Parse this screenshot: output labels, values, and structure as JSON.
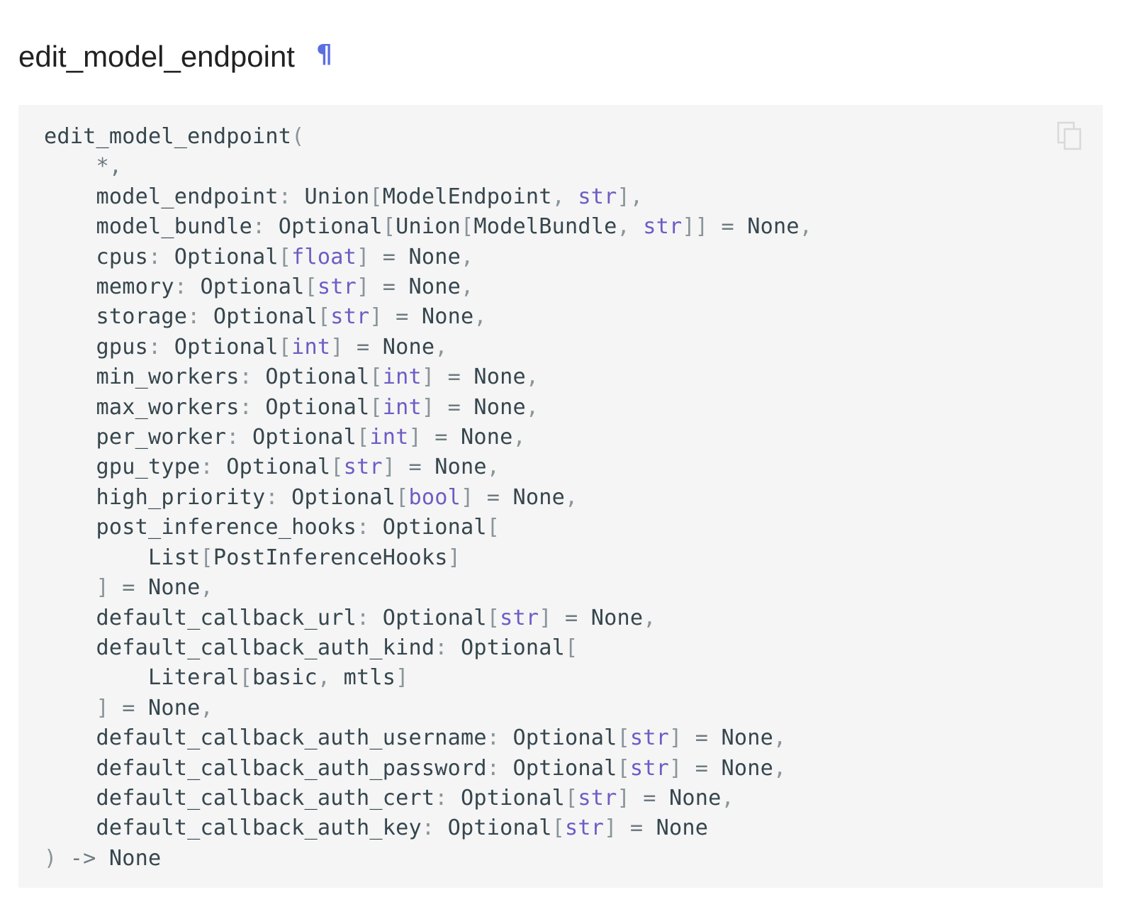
{
  "heading": {
    "title": "edit_model_endpoint",
    "permalink_symbol": "¶"
  },
  "copy_button": {
    "icon": "copy-icon"
  },
  "signature": {
    "function_name": "edit_model_endpoint",
    "open_paren": "(",
    "star": "*,",
    "params": [
      {
        "name": "model_endpoint",
        "annotation": [
          "Union",
          "[",
          "ModelEndpoint",
          ", ",
          "str",
          "]"
        ],
        "default": ""
      },
      {
        "name": "model_bundle",
        "annotation": [
          "Optional",
          "[",
          "Union",
          "[",
          "ModelBundle",
          ", ",
          "str",
          "]]"
        ],
        "default": "None"
      },
      {
        "name": "cpus",
        "annotation": [
          "Optional",
          "[",
          "float",
          "]"
        ],
        "default": "None"
      },
      {
        "name": "memory",
        "annotation": [
          "Optional",
          "[",
          "str",
          "]"
        ],
        "default": "None"
      },
      {
        "name": "storage",
        "annotation": [
          "Optional",
          "[",
          "str",
          "]"
        ],
        "default": "None"
      },
      {
        "name": "gpus",
        "annotation": [
          "Optional",
          "[",
          "int",
          "]"
        ],
        "default": "None"
      },
      {
        "name": "min_workers",
        "annotation": [
          "Optional",
          "[",
          "int",
          "]"
        ],
        "default": "None"
      },
      {
        "name": "max_workers",
        "annotation": [
          "Optional",
          "[",
          "int",
          "]"
        ],
        "default": "None"
      },
      {
        "name": "per_worker",
        "annotation": [
          "Optional",
          "[",
          "int",
          "]"
        ],
        "default": "None"
      },
      {
        "name": "gpu_type",
        "annotation": [
          "Optional",
          "[",
          "str",
          "]"
        ],
        "default": "None"
      },
      {
        "name": "high_priority",
        "annotation": [
          "Optional",
          "[",
          "bool",
          "]"
        ],
        "default": "None"
      },
      {
        "name": "post_inference_hooks",
        "annotation": [
          "Optional",
          "[",
          "List",
          "[",
          "PostInferenceHooks",
          "]",
          "]"
        ],
        "default": "None"
      },
      {
        "name": "default_callback_url",
        "annotation": [
          "Optional",
          "[",
          "str",
          "]"
        ],
        "default": "None"
      },
      {
        "name": "default_callback_auth_kind",
        "annotation": [
          "Optional",
          "[",
          "Literal",
          "[",
          "basic",
          ", ",
          "mtls",
          "]",
          "]"
        ],
        "default": "None"
      },
      {
        "name": "default_callback_auth_username",
        "annotation": [
          "Optional",
          "[",
          "str",
          "]"
        ],
        "default": "None"
      },
      {
        "name": "default_callback_auth_password",
        "annotation": [
          "Optional",
          "[",
          "str",
          "]"
        ],
        "default": "None"
      },
      {
        "name": "default_callback_auth_cert",
        "annotation": [
          "Optional",
          "[",
          "str",
          "]"
        ],
        "default": "None"
      },
      {
        "name": "default_callback_auth_key",
        "annotation": [
          "Optional",
          "[",
          "str",
          "]"
        ],
        "default": "None"
      }
    ],
    "close_paren": ")",
    "arrow": "->",
    "return_type": "None",
    "builtin_color": "#6e5cc4",
    "text_color": "#36464e",
    "punct_color": "#8a959b"
  }
}
